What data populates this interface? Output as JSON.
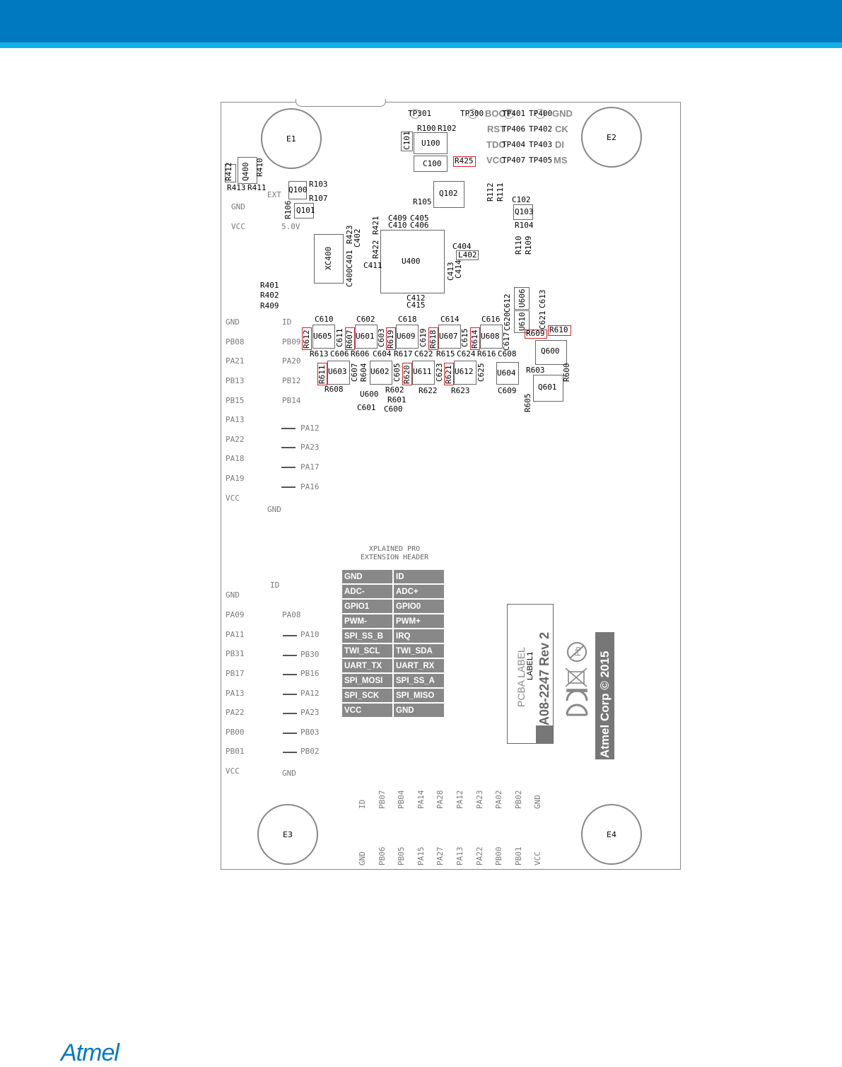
{
  "brand": {
    "logo_text": "Atmel",
    "header_color": "#0079c1",
    "stripe_color": "#12b2e6"
  },
  "mount_holes": [
    "E1",
    "E2",
    "E3",
    "E4"
  ],
  "debug_header": {
    "signals": [
      "BOOT",
      "GND",
      "RST",
      "CK",
      "TDO",
      "DI",
      "VCC",
      "MS"
    ],
    "testpoints": [
      "TP301",
      "TP300",
      "TP401",
      "TP400",
      "TP406",
      "TP402",
      "TP404",
      "TP403",
      "TP407",
      "TP405"
    ]
  },
  "components": {
    "red_highlighted": [
      "R425",
      "R612",
      "R607",
      "R619",
      "R618",
      "R614",
      "R609",
      "R610",
      "R611",
      "R620",
      "R621"
    ],
    "labels": [
      "R100",
      "R102",
      "C101",
      "U100",
      "C100",
      "R412",
      "Q400",
      "R410",
      "R413",
      "R411",
      "R103",
      "Q100",
      "EXT",
      "R107",
      "R106",
      "Q101",
      "R105",
      "Q102",
      "R112",
      "R111",
      "C102",
      "Q103",
      "R104",
      "R110",
      "R109",
      "C409",
      "C405",
      "C410",
      "C406",
      "R421",
      "R423",
      "C402",
      "R422",
      "C401",
      "C400",
      "XC400",
      "U400",
      "C411",
      "C404",
      "L402",
      "C413",
      "C414",
      "C412",
      "C415",
      "R401",
      "R402",
      "R409",
      "C610",
      "C602",
      "C618",
      "C614",
      "C616",
      "C612",
      "U606",
      "C613",
      "C620",
      "U610",
      "C621",
      "U605",
      "C611",
      "U601",
      "C603",
      "U609",
      "C619",
      "U607",
      "C615",
      "U608",
      "C617",
      "R613",
      "C606",
      "R606",
      "C604",
      "R617",
      "C622",
      "R615",
      "C624",
      "R616",
      "C608",
      "Q600",
      "U603",
      "C607",
      "R604",
      "U602",
      "C605",
      "U611",
      "C623",
      "U612",
      "C625",
      "U604",
      "R603",
      "R600",
      "R608",
      "R602",
      "R622",
      "R623",
      "C609",
      "Q601",
      "U600",
      "R601",
      "R605",
      "C601",
      "C600"
    ]
  },
  "left_pins_top": {
    "col1": [
      "GND",
      "PB08",
      "PA21",
      "PB13",
      "PB15",
      "PA13",
      "PA22",
      "PA18",
      "PA19",
      "VCC"
    ],
    "col2": [
      "ID",
      "PB09",
      "PA20",
      "PB12",
      "PB14"
    ],
    "jumpers": [
      "PA12",
      "PA23",
      "PA17",
      "PA16"
    ],
    "bottom": "GND",
    "power_labels": [
      "GND",
      "VCC",
      "5.0V"
    ]
  },
  "left_pins_bottom": {
    "col1": [
      "GND",
      "PA09",
      "PA11",
      "PB31",
      "PB17",
      "PA13",
      "PA22",
      "PB00",
      "PB01",
      "VCC"
    ],
    "col2_top": [
      "ID",
      "PA08"
    ],
    "jumpers": [
      "PA10",
      "PB30",
      "PB16",
      "PA12",
      "PA23",
      "PB03",
      "PB02"
    ],
    "bottom": "GND"
  },
  "ext_header": {
    "title_line1": "XPLAINED PRO",
    "title_line2": "EXTENSION HEADER",
    "rows": [
      [
        "GND",
        "ID"
      ],
      [
        "ADC-",
        "ADC+"
      ],
      [
        "GPIO1",
        "GPIO0"
      ],
      [
        "PWM-",
        "PWM+"
      ],
      [
        "SPI_SS_B",
        "IRQ"
      ],
      [
        "TWI_SCL",
        "TWI_SDA"
      ],
      [
        "UART_TX",
        "UART_RX"
      ],
      [
        "SPI_MOSI",
        "SPI_SS_A"
      ],
      [
        "SPI_SCK",
        "SPI_MISO"
      ],
      [
        "VCC",
        "GND"
      ]
    ]
  },
  "bottom_pins": {
    "top_row": [
      "ID",
      "PB07",
      "PB04",
      "PA14",
      "PA28",
      "PA12",
      "PA23",
      "PA02",
      "PB02",
      "GND"
    ],
    "bottom_row": [
      "GND",
      "PB06",
      "PB05",
      "PA15",
      "PA27",
      "PA13",
      "PA22",
      "PB00",
      "PB01",
      "VCC"
    ]
  },
  "label_box": {
    "title": "PCBA LABEL",
    "sub": "LABEL1",
    "part": "A08-2247 Rev 2",
    "copyright": "Atmel Corp © 2015"
  }
}
